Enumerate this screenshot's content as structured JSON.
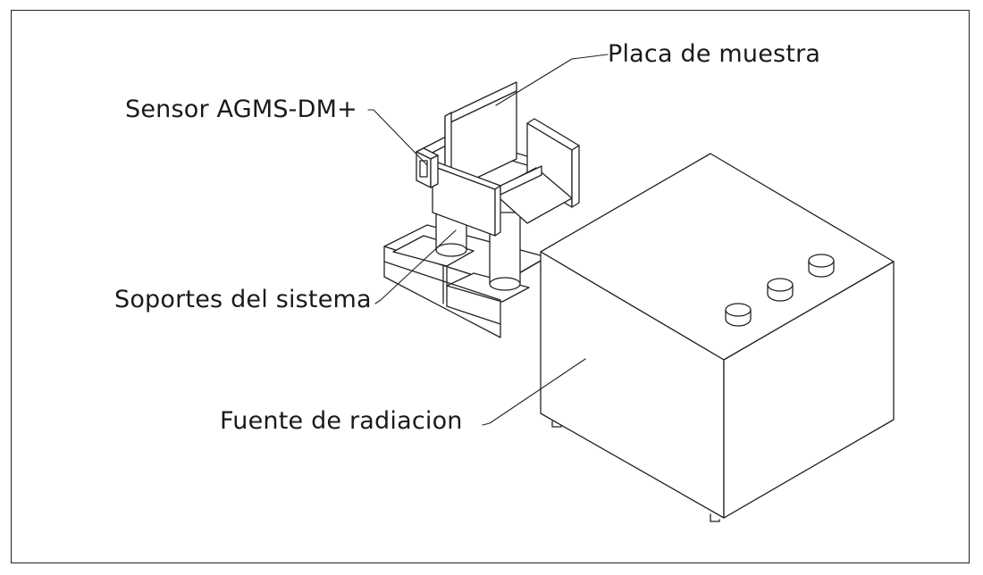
{
  "diagram": {
    "labels": {
      "placa": "Placa de muestra",
      "sensor": "Sensor AGMS-DM+",
      "soportes": "Soportes del sistema",
      "fuente": "Fuente de radiacion"
    },
    "colors": {
      "stroke": "#222222",
      "fill": "#ffffff",
      "frame": "#222222"
    }
  }
}
